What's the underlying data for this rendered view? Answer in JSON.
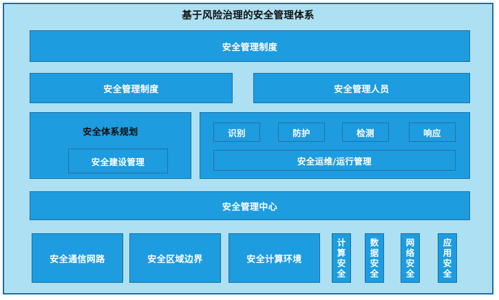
{
  "diagram": {
    "title": "基于风险治理的安全管理体系",
    "colors": {
      "panel_background": "#ade0f2",
      "panel_border": "#1d6ea0",
      "block_fill": "#1d9cdf",
      "block_border": "#1c6fa3",
      "inner_border": "#2a6f9e",
      "block_text": "#ffffff",
      "heading_text": "#0d0d0d",
      "canvas_background": "#ffffff"
    },
    "rows": {
      "row1": {
        "policy_top": "安全管理制度"
      },
      "row2": {
        "policy": "安全管理制度",
        "personnel": "安全管理人员"
      },
      "row3": {
        "planning_heading": "安全体系规划",
        "construction": "安全建设管理",
        "ops_items": [
          "识别",
          "防护",
          "检测",
          "响应"
        ],
        "ops_maintenance": "安全运维/运行管理"
      },
      "row4": {
        "management_center": "安全管理中心"
      },
      "row5": {
        "zones": [
          "安全通信网路",
          "安全区域边界",
          "安全计算环境"
        ],
        "pillars": [
          {
            "chars": [
              "计",
              "算",
              "安",
              "全"
            ]
          },
          {
            "chars": [
              "数",
              "据",
              "安",
              "全"
            ]
          },
          {
            "chars": [
              "网",
              "络",
              "安",
              "全"
            ]
          },
          {
            "chars": [
              "应",
              "用",
              "安",
              "全"
            ]
          }
        ]
      }
    }
  }
}
